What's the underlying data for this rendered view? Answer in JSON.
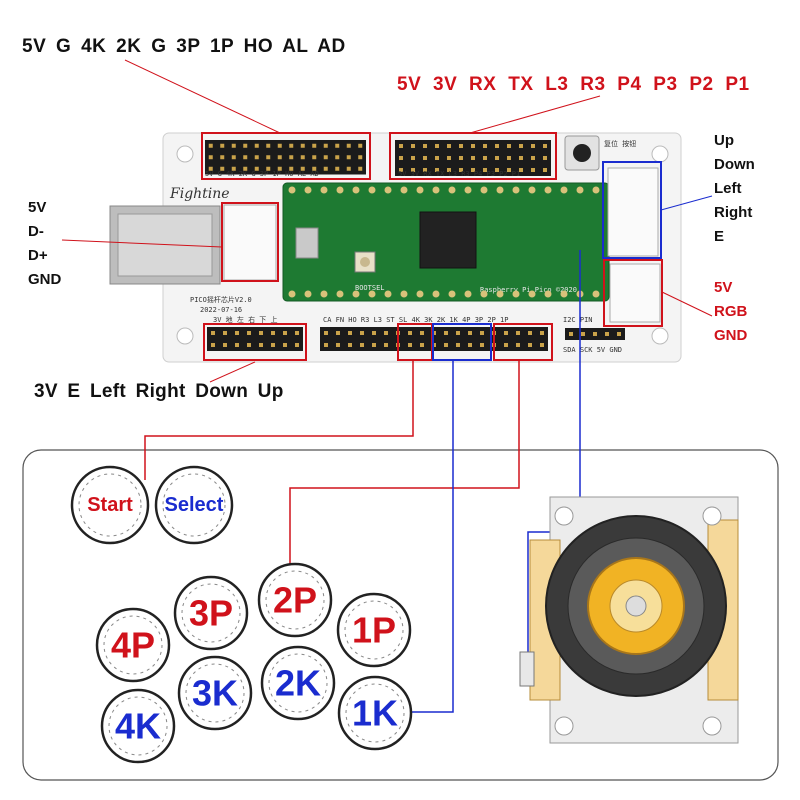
{
  "labels": {
    "top_black": "5V  G  4K  2K  G  3P  1P  HO  AL  AD",
    "top_red": "5V  3V  RX  TX  L3  R3  P4  P3  P2  P1",
    "bottom_black": "3V  E  Left  Right  Down  Up",
    "usb_side": [
      "5V",
      "D-",
      "D+",
      "GND"
    ],
    "direction_side": [
      "Up",
      "Down",
      "Left",
      "Right",
      "E"
    ],
    "rgb_side": [
      "5V",
      "RGB",
      "GND"
    ]
  },
  "board": {
    "silk_top_left": "5V G 4K 2K G 3P 1P HO AL AD",
    "silk_top_right": "5V 3V RX TX L3 R3 P4 P3 P2 P1",
    "silk_bottom_left": "3V 地 左 右 下 上",
    "silk_bottom_mid": "CA FN HO R3 L3 ST SL 4K 3K 2K 1K 4P 3P 2P 1P",
    "silk_i2c": "I2C PIN",
    "silk_i2c_pins": "SDA SCK 5V GND",
    "silk_version": "PICO摇杆芯片V2.0",
    "silk_date": "2022-07-16",
    "reset_label": "复位 按钮",
    "pico_label": "Raspberry Pi Pico ©2020",
    "bootsel_label": "BOOTSEL"
  },
  "buttons": [
    {
      "id": "start",
      "label": "Start",
      "color": "#d0121b"
    },
    {
      "id": "select",
      "label": "Select",
      "color": "#1a2ccf"
    },
    {
      "id": "3p",
      "label": "3P",
      "color": "#d0121b"
    },
    {
      "id": "2p",
      "label": "2P",
      "color": "#d0121b"
    },
    {
      "id": "1p",
      "label": "1P",
      "color": "#d0121b"
    },
    {
      "id": "4p",
      "label": "4P",
      "color": "#d0121b"
    },
    {
      "id": "3k",
      "label": "3K",
      "color": "#1a2ccf"
    },
    {
      "id": "2k",
      "label": "2K",
      "color": "#1a2ccf"
    },
    {
      "id": "1k",
      "label": "1K",
      "color": "#1a2ccf"
    },
    {
      "id": "4k",
      "label": "4K",
      "color": "#1a2ccf"
    }
  ],
  "colors": {
    "red": "#d0121b",
    "blue": "#1a2ccf",
    "pcb": "#f3f3f3",
    "pico": "#1e7a32"
  }
}
